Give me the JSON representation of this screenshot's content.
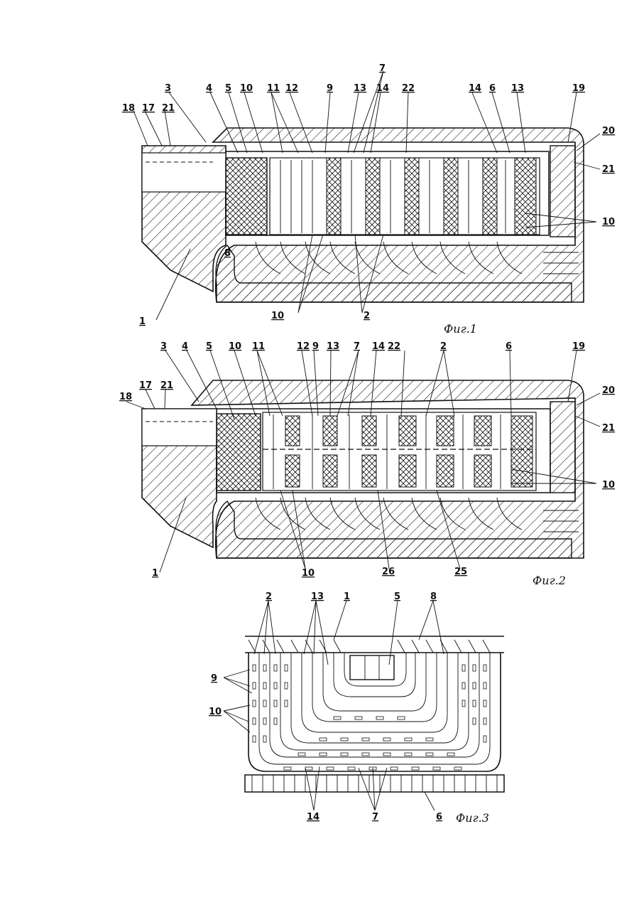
{
  "figures": [
    {
      "caption": "Фиг.1",
      "labels": [
        "18",
        "17",
        "21",
        "3",
        "4",
        "5",
        "10",
        "11",
        "12",
        "9",
        "7",
        "13",
        "14",
        "22",
        "14",
        "6",
        "13",
        "19",
        "20",
        "21",
        "10",
        "8",
        "10",
        "2",
        "1"
      ]
    },
    {
      "caption": "Фиг.2",
      "labels": [
        "3",
        "4",
        "5",
        "10",
        "11",
        "12",
        "9",
        "13",
        "7",
        "14",
        "22",
        "2",
        "6",
        "19",
        "20",
        "18",
        "17",
        "21",
        "21",
        "10",
        "1",
        "10",
        "26",
        "25"
      ]
    },
    {
      "caption": "Фиг.3",
      "labels": [
        "2",
        "13",
        "1",
        "5",
        "8",
        "9",
        "10",
        "14",
        "7",
        "6"
      ]
    }
  ],
  "colors": {
    "ink": "#111111",
    "paper": "#ffffff"
  }
}
